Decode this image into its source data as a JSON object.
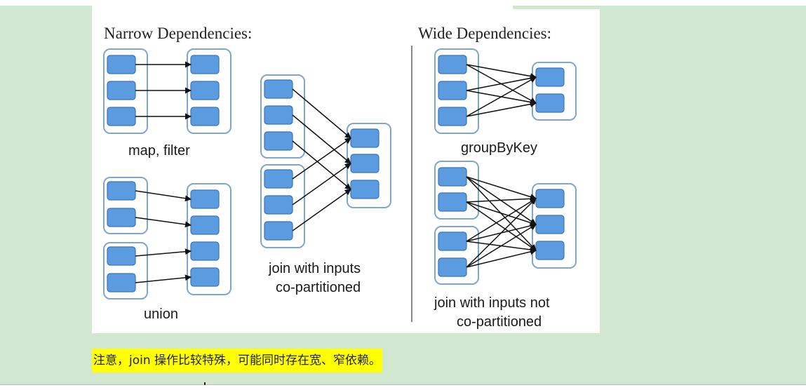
{
  "diagram": {
    "narrow_title": "Narrow Dependencies:",
    "wide_title": "Wide Dependencies:",
    "captions": {
      "map_filter": "map, filter",
      "union": "union",
      "join_copart_line1": "join with inputs",
      "join_copart_line2": "co-partitioned",
      "group_by_key": "groupByKey",
      "join_not_copart_line1": "join with inputs not",
      "join_not_copart_line2": "co-partitioned"
    },
    "colors": {
      "partition_fill": "#5b9be0",
      "group_border": "#7fa6d0",
      "edge": "#111111"
    }
  },
  "note": {
    "text": "注意，join 操作比较特殊，可能同时存在宽、窄依赖。",
    "highlight_color": "#ffff00"
  },
  "page": {
    "background_color": "#d1e7cf"
  }
}
